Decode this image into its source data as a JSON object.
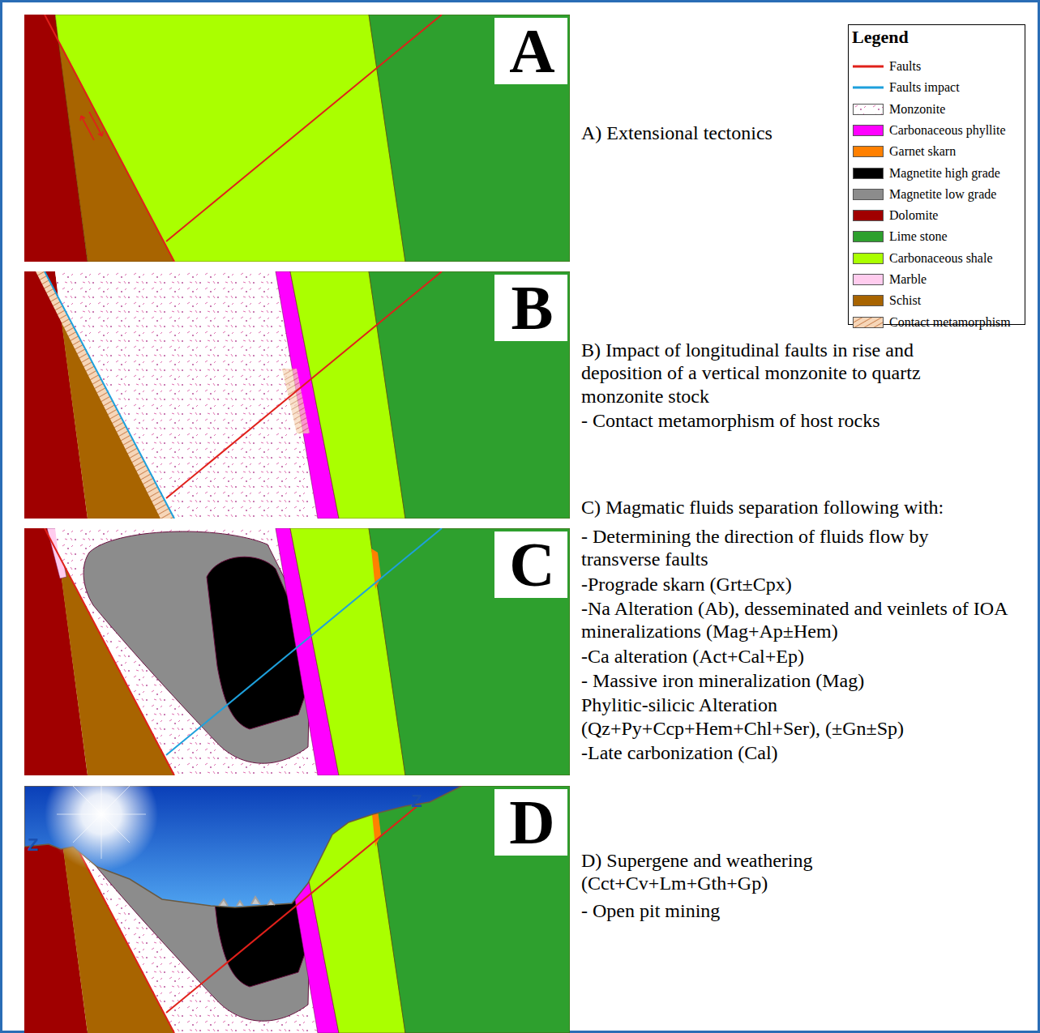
{
  "diagram": {
    "labels": [
      "A",
      "B",
      "C",
      "D",
      "A) Extensional tectonics",
      "B) Impact of longitudinal faults in rise and deposition of a vertical monzonite to quartz monzonite stock",
      "- Contact metamorphism of host rocks",
      "C) Magmatic fluids separation following with:",
      "- Determining the direction of fluids flow by transverse faults",
      "-Prograde skarn (Grt±Cpx)",
      "-Na Alteration (Ab), desseminated and veinlets of IOA mineralizations (Mag+Ap±Hem)",
      "-Ca alteration (Act+Cal+Ep)",
      "- Massive iron mineralization (Mag)",
      "Phylitic-silicic Alteration (Qz+Py+Ccp+Hem+Chl+Ser), (±Gn±Sp)",
      "-Late carbonization (Cal)",
      "D) Supergene and weathering (Cct+Cv+Lm+Gth+Gp)",
      "- Open pit mining",
      "Z",
      "Z",
      "Legend"
    ],
    "legend": [
      {
        "text": "Faults"
      },
      {
        "text": "Faults impact"
      },
      {
        "text": "Monzonite"
      },
      {
        "text": "Carbonaceous phyllite",
        "color": "#ff00ff"
      },
      {
        "text": "Garnet skarn",
        "color": "#ff8000"
      },
      {
        "text": "Magnetite high grade",
        "color": "#000000"
      },
      {
        "text": "Magnetite low grade",
        "color": "#8c8c8c"
      },
      {
        "text": "Dolomite",
        "color": "#a00000"
      },
      {
        "text": "Lime stone",
        "color": "#2ea02e"
      },
      {
        "text": "Carbonaceous shale",
        "color": "#aaff00"
      },
      {
        "text": "Marble",
        "color": "#ffccee"
      },
      {
        "text": "Schist",
        "color": "#a86400"
      },
      {
        "text": "Contact metamorphism"
      }
    ]
  }
}
